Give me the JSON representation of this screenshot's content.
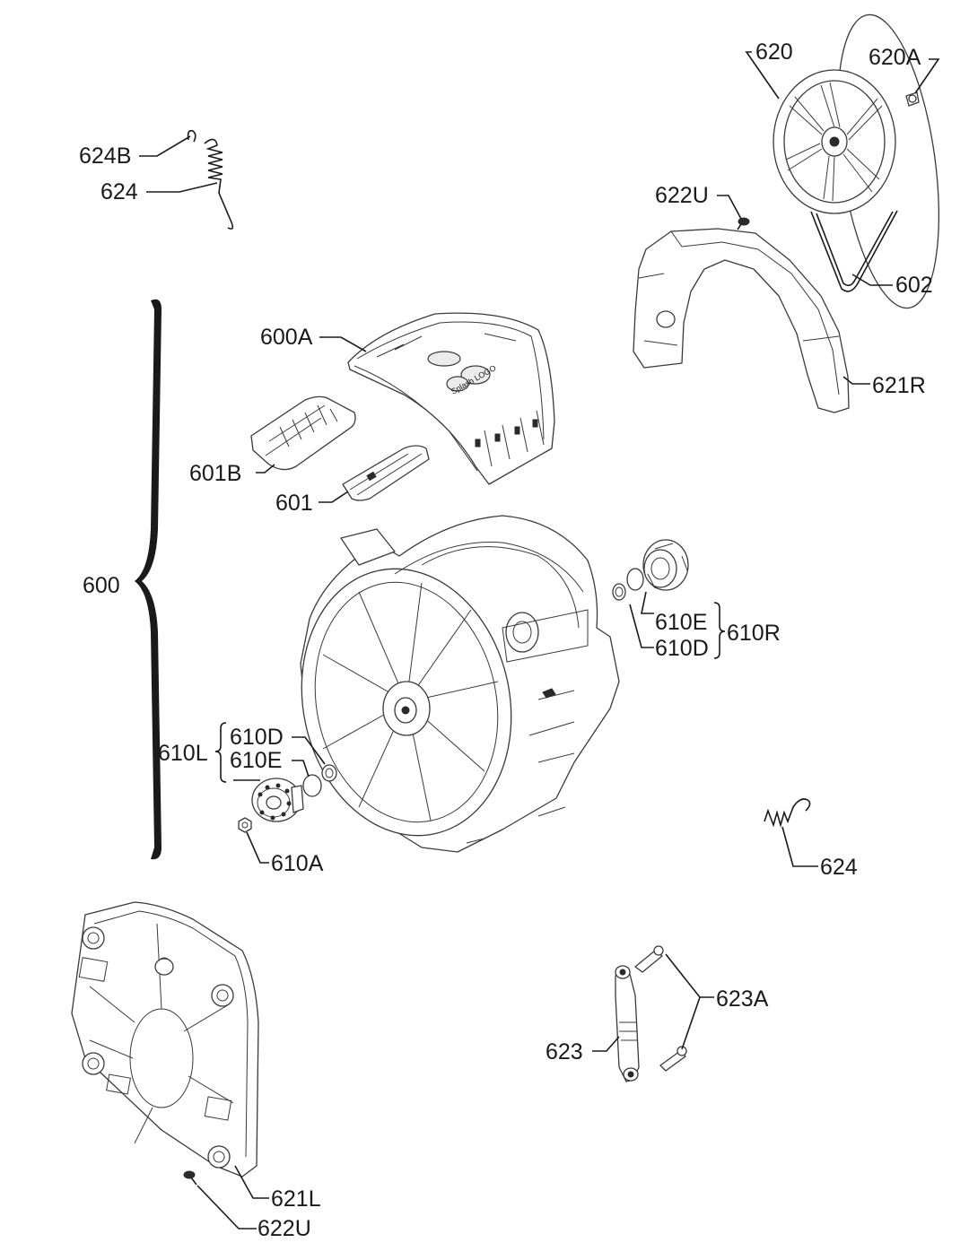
{
  "labels": {
    "l620": "620",
    "l620A": "620A",
    "l624B": "624B",
    "l624_top": "624",
    "l622U_top": "622U",
    "l602": "602",
    "l600A": "600A",
    "l621R": "621R",
    "l601B": "601B",
    "l601": "601",
    "l600": "600",
    "l610E_right": "610E",
    "l610D_right": "610D",
    "l610R": "610R",
    "l610L": "610L",
    "l610D_left": "610D",
    "l610E_left": "610E",
    "l610A": "610A",
    "l624_bottom": "624",
    "l623A": "623A",
    "l623": "623",
    "l621L": "621L",
    "l622U_bottom": "622U"
  },
  "brand_marks": {
    "tub_panel_logo": "Splash LOGO"
  }
}
